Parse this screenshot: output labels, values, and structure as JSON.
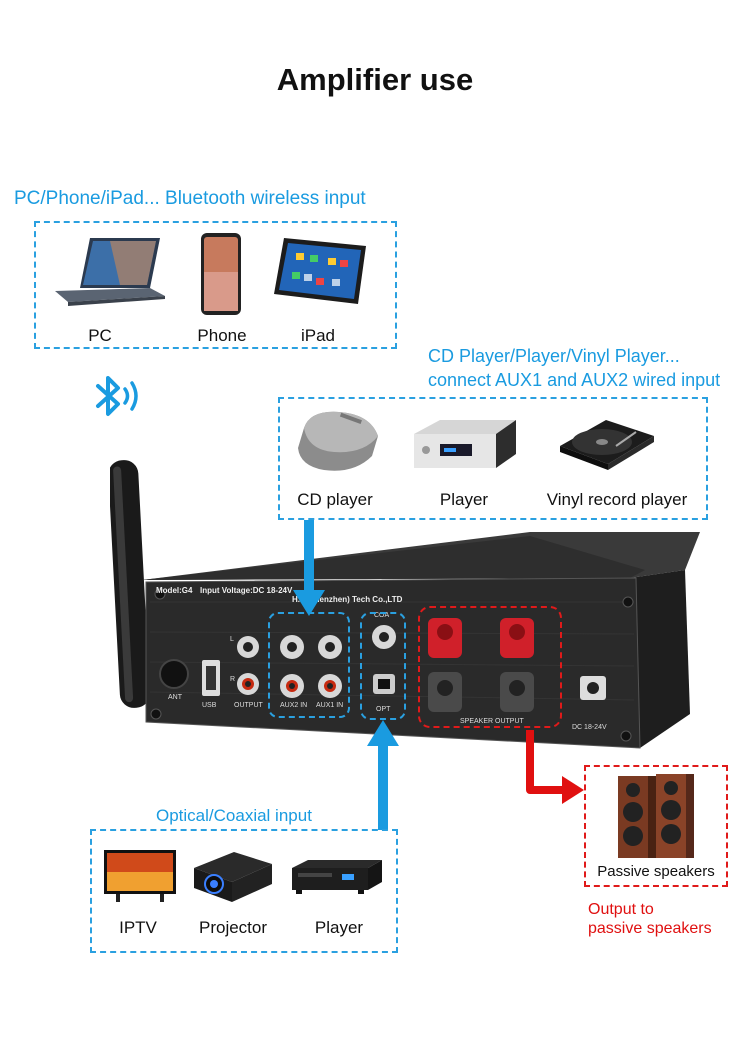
{
  "title": "Amplifier use",
  "bluetooth": {
    "heading": "PC/Phone/iPad... Bluetooth wireless input",
    "devices": [
      "PC",
      "Phone",
      "iPad"
    ]
  },
  "wired": {
    "heading_line1": "CD Player/Player/Vinyl Player...",
    "heading_line2": "connect AUX1 and AUX2 wired input",
    "devices": [
      "CD player",
      "Player",
      "Vinyl record player"
    ]
  },
  "optical": {
    "heading": "Optical/Coaxial input",
    "devices": [
      "IPTV",
      "Projector",
      "Player"
    ]
  },
  "output": {
    "device": "Passive speakers",
    "caption_line1": "Output to",
    "caption_line2": "passive speakers"
  },
  "amp_panel": {
    "model": "Model:G4",
    "voltage": "Input Voltage:DC 18-24V",
    "maker": "H... (Shenzhen) Tech Co.,LTD",
    "ant": "ANT",
    "usb": "USB",
    "output": "OUTPUT",
    "aux2": "AUX2 IN",
    "aux1": "AUX1 IN",
    "coa": "COA",
    "opt": "OPT",
    "speaker_output": "SPEAKER OUTPUT",
    "dc": "DC 18-24V",
    "ch_l": "L",
    "ch_r": "R"
  },
  "colors": {
    "accent_blue": "#1a9be0",
    "accent_red": "#e01010",
    "amp_body": "#2a2a2a"
  }
}
